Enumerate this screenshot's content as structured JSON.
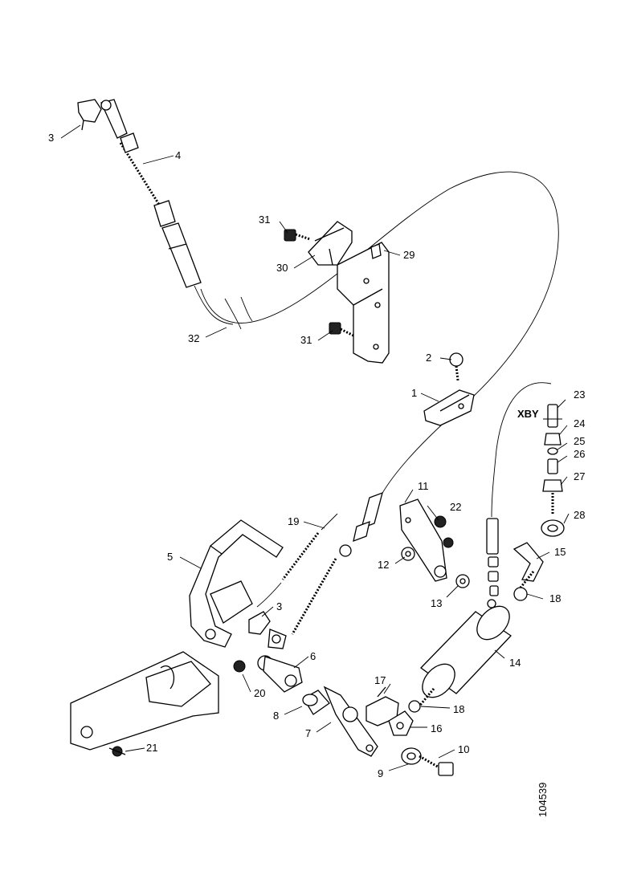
{
  "drawing_number": "104539",
  "callouts": {
    "c1": "1",
    "c2": "2",
    "c3a": "3",
    "c3b": "3",
    "c4": "4",
    "c5": "5",
    "c6": "6",
    "c7": "7",
    "c8": "8",
    "c9": "9",
    "c10": "10",
    "c11": "11",
    "c12": "12",
    "c13": "13",
    "c14": "14",
    "c15": "15",
    "c16": "16",
    "c17": "17",
    "c18a": "18",
    "c18b": "18",
    "c19": "19",
    "c20": "20",
    "c21": "21",
    "c22": "22",
    "c23": "23",
    "c24": "24",
    "c25": "25",
    "c26": "26",
    "c27": "27",
    "c28": "28",
    "c29": "29",
    "c30": "30",
    "c31a": "31",
    "c31b": "31",
    "c32": "32"
  },
  "variant_label": "XBY"
}
